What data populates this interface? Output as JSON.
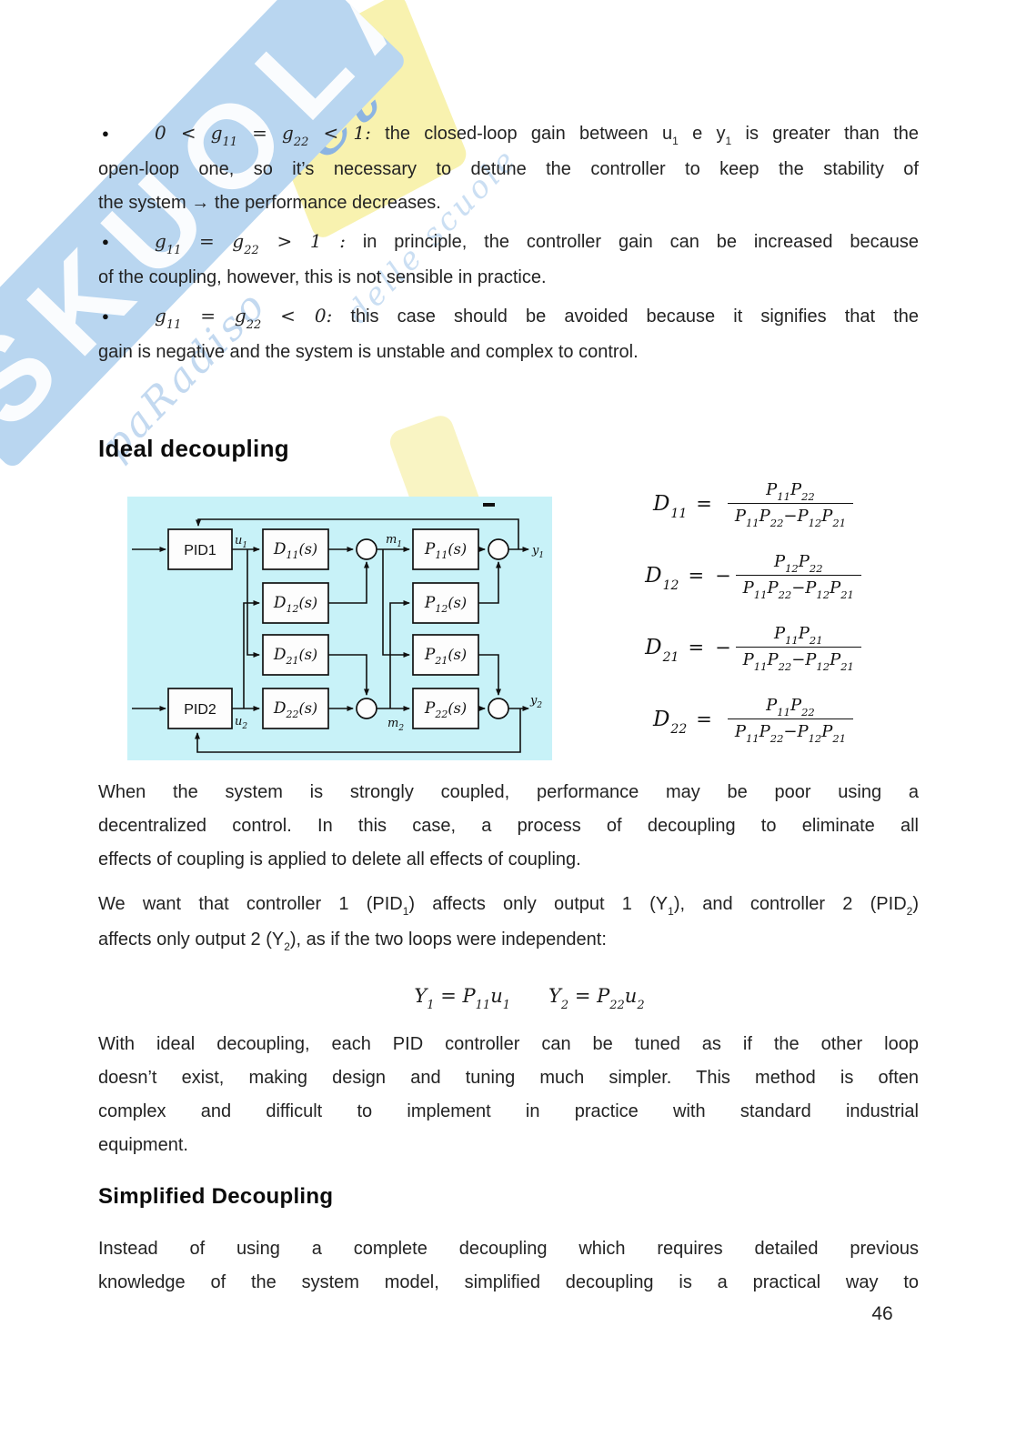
{
  "page_number": "46",
  "watermark": {
    "brand": "SKUOLA",
    "script_accent": "et",
    "tagline_line1": "paRadiso",
    "tagline_line2": "delle scuole",
    "banner_color": "#b9d6f0",
    "accent_yellow": "#f8f2af"
  },
  "bullets": [
    {
      "dot": "●",
      "m1": "0 < g",
      "m1s": "11",
      "m2": " = g",
      "m2s": "22",
      "m3": " < 1:",
      "t1": " the closed-loop gain between u",
      "t1s": "1",
      "t2": " e y",
      "t2s": "1",
      "t3": " is greater than the",
      "line2": "open-loop one, so it’s necessary to detune the controller to keep the stability of",
      "line3": "the system → the performance decreases."
    },
    {
      "dot": "●",
      "m1": "g",
      "m1s": "11",
      "m2": " = g",
      "m2s": "22",
      "m3": " > 1 :",
      "t1": " in principle, the controller gain can be increased because",
      "line2": "of the coupling, however, this is not sensible in practice."
    },
    {
      "dot": "●",
      "m1": "g",
      "m1s": "11",
      "m2": " = g",
      "m2s": "22",
      "m3": " < 0:",
      "t1": "  this case should be avoided because it signifies that the",
      "line2": "gain is negative and the system is unstable and complex to control."
    }
  ],
  "headings": {
    "ideal": "Ideal decoupling",
    "simplified": "Simplified Decoupling"
  },
  "diagram": {
    "background": "#c8f2f8",
    "pid1": "PID1",
    "pid2": "PID2",
    "blocks": [
      {
        "letter": "D",
        "sub": "11",
        "arg": "(s)"
      },
      {
        "letter": "D",
        "sub": "12",
        "arg": "(s)"
      },
      {
        "letter": "D",
        "sub": "21",
        "arg": "(s)"
      },
      {
        "letter": "D",
        "sub": "22",
        "arg": "(s)"
      },
      {
        "letter": "P",
        "sub": "11",
        "arg": "(s)"
      },
      {
        "letter": "P",
        "sub": "12",
        "arg": "(s)"
      },
      {
        "letter": "P",
        "sub": "21",
        "arg": "(s)"
      },
      {
        "letter": "P",
        "sub": "22",
        "arg": "(s)"
      }
    ],
    "signals": {
      "u1": "u",
      "u1_sub": "1",
      "u2": "u",
      "u2_sub": "2",
      "m1": "m",
      "m1_sub": "1",
      "m2": "m",
      "m2_sub": "2",
      "y1": "y",
      "y1_sub": "1",
      "y2": "y",
      "y2_sub": "2"
    }
  },
  "decoupler_formulas": {
    "denominator": {
      "p1": "P",
      "p1s": "11",
      "p2": "P",
      "p2s": "22",
      "minus": "−",
      "p3": "P",
      "p3s": "12",
      "p4": "P",
      "p4s": "21"
    },
    "items": [
      {
        "lhs": "D",
        "lhs_sub": "11",
        "equals": "=",
        "sign": "",
        "n1": "P",
        "n1s": "11",
        "n2": "P",
        "n2s": "22"
      },
      {
        "lhs": "D",
        "lhs_sub": "12",
        "equals": "=",
        "sign": "−",
        "n1": "P",
        "n1s": "12",
        "n2": "P",
        "n2s": "22"
      },
      {
        "lhs": "D",
        "lhs_sub": "21",
        "equals": "=",
        "sign": "−",
        "n1": "P",
        "n1s": "11",
        "n2": "P",
        "n2s": "21"
      },
      {
        "lhs": "D",
        "lhs_sub": "22",
        "equals": "=",
        "sign": "",
        "n1": "P",
        "n1s": "11",
        "n2": "P",
        "n2s": "22"
      }
    ]
  },
  "paragraphs": {
    "p1": [
      "When the system is strongly coupled, performance may be poor using a",
      "decentralized control. In this case, a process of decoupling to eliminate all",
      "effects of coupling is applied to delete all effects of coupling."
    ],
    "p2": {
      "a": "We want that controller 1 (PID",
      "as": "1",
      "b": ") affects only output 1 (Y",
      "bs": "1",
      "c": "), and controller 2 (PID",
      "cs": "2",
      "d": ")",
      "e": "affects only output 2 (Y",
      "es": "2",
      "f": "), as if the two loops were independent:"
    },
    "p3": [
      "With ideal decoupling, each PID controller can be tuned as if the other loop",
      "doesn’t exist, making design and tuning much simpler. This method is often",
      "complex and difficult to implement in practice with standard industrial",
      "equipment."
    ],
    "p4": [
      "Instead of using a complete decoupling which requires detailed previous",
      "knowledge of the system model, simplified decoupling is a practical way to"
    ]
  },
  "equation": {
    "a": "Y",
    "as": "1",
    "b": " = P",
    "bs": "11",
    "c": "u",
    "cs": "1",
    "d": "Y",
    "ds": "2",
    "e": " = P",
    "es": "22",
    "f": "u",
    "fs": "2"
  }
}
